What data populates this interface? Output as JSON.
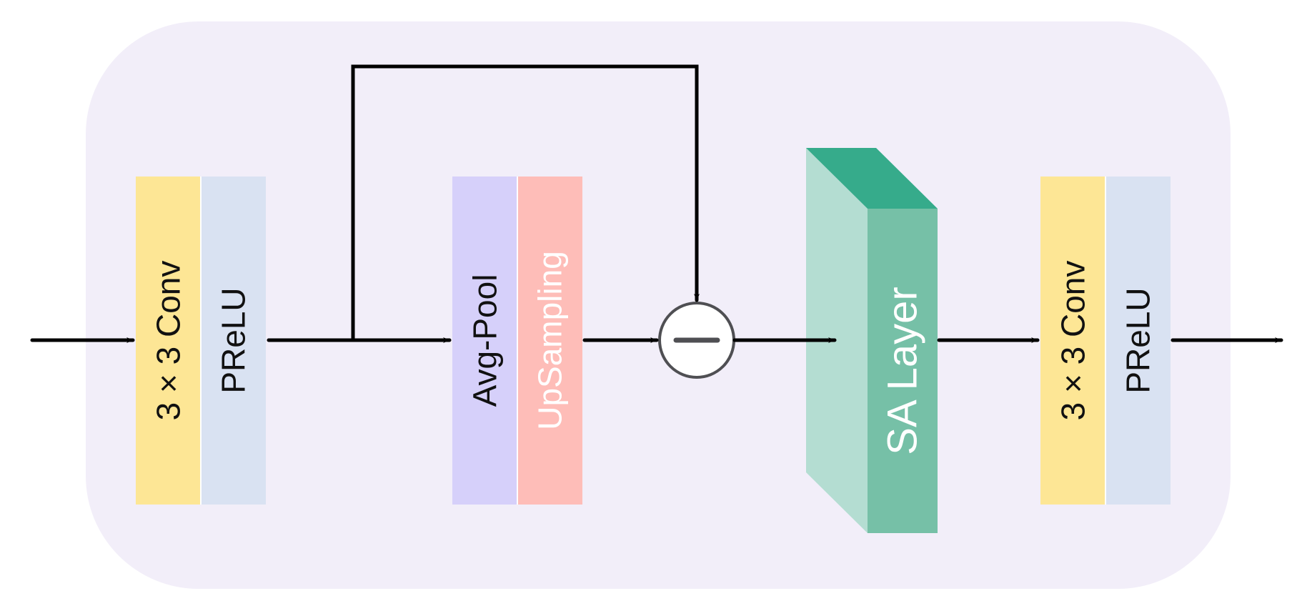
{
  "colors": {
    "background_panel": "#f2eef9",
    "conv_block": "#fde695",
    "prelu_block": "#d9e2f2",
    "avgpool_block": "#d6d0fa",
    "upsampling_block": "#febdb8",
    "sa_layer_front": "#76c0a7",
    "sa_layer_side": "#b4ddd2",
    "sa_layer_top": "#36ab8b",
    "arrow": "#000000",
    "operator_stroke": "#4f4f53"
  },
  "blocks": {
    "conv1": {
      "label": "3 × 3 Conv"
    },
    "prelu1": {
      "label": "PReLU"
    },
    "avgpool": {
      "label": "Avg-Pool"
    },
    "upsampling": {
      "label": "UpSampling"
    },
    "sa_layer": {
      "label": "SA Layer"
    },
    "conv2": {
      "label": "3 × 3 Conv"
    },
    "prelu2": {
      "label": "PReLU"
    }
  },
  "operator": {
    "type": "subtract",
    "symbol": "−"
  }
}
